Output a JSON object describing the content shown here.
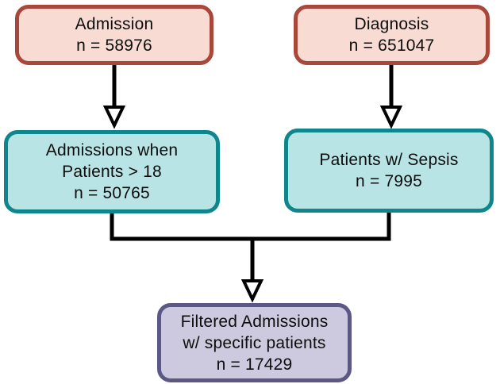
{
  "palette": {
    "background": "#ffffff",
    "source_fill": "#f8dcd4",
    "source_border": "#a8473a",
    "filter_fill": "#b9e4e6",
    "filter_border": "#0e868c",
    "result_fill": "#cdc9de",
    "result_border": "#5b5886",
    "edge_color": "#000000",
    "text_color": "#0d0d0d"
  },
  "nodes": [
    {
      "id": "admission",
      "kind": "source",
      "lines": [
        "Admission",
        "n = 58976"
      ],
      "n": 58976
    },
    {
      "id": "diagnosis",
      "kind": "source",
      "lines": [
        "Diagnosis",
        "n = 651047"
      ],
      "n": 651047
    },
    {
      "id": "admissions-adult",
      "kind": "filter",
      "lines": [
        "Admissions when",
        "Patients > 18",
        "n = 50765"
      ],
      "n": 50765
    },
    {
      "id": "patients-sepsis",
      "kind": "filter",
      "lines": [
        "Patients w/ Sepsis",
        "n = 7995"
      ],
      "n": 7995
    },
    {
      "id": "filtered-admissions",
      "kind": "result",
      "lines": [
        "Filtered Admissions",
        "w/ specific patients",
        "n = 17429"
      ],
      "n": 17429
    }
  ],
  "edges": [
    {
      "from": "admission",
      "to": "admissions-adult"
    },
    {
      "from": "diagnosis",
      "to": "patients-sepsis"
    },
    {
      "from": "admissions-adult + patients-sepsis",
      "to": "filtered-admissions"
    }
  ]
}
